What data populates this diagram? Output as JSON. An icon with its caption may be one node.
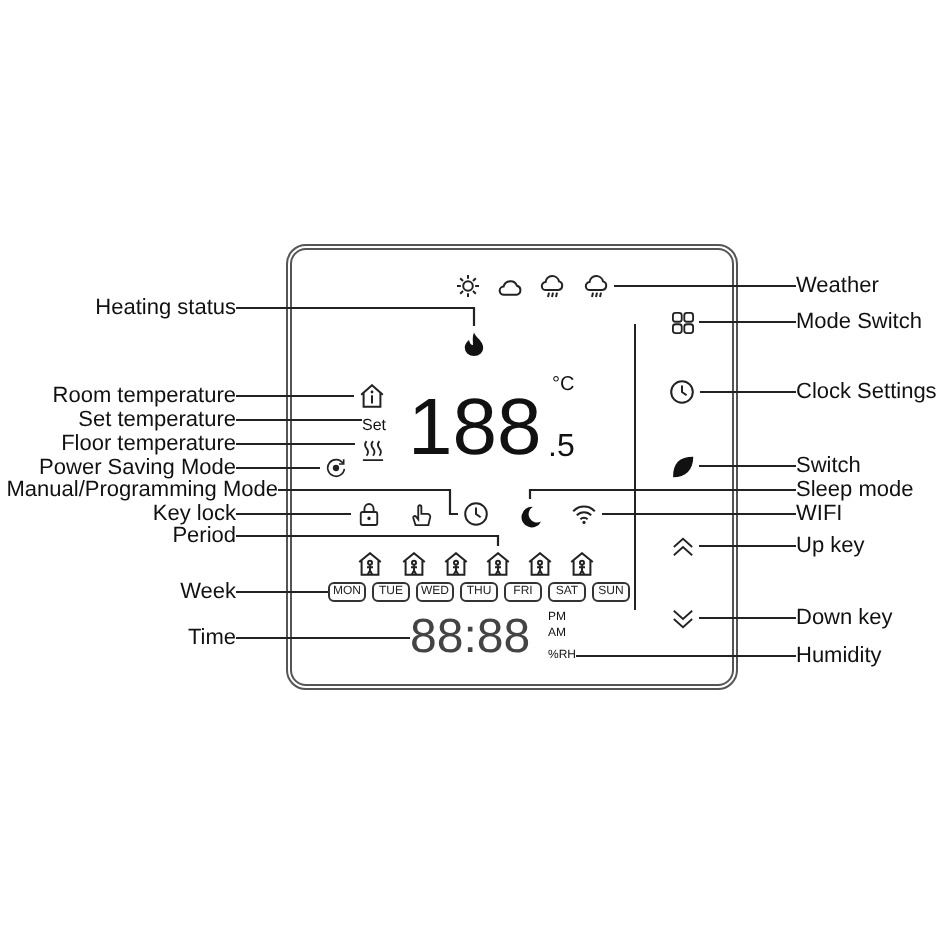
{
  "diagram": {
    "nodes": [
      {
        "text": [],
        "shape": "box"
      },
      {
        "text": [],
        "shape": "cloud",
        "in": 0
      },
      {
        "text": [
          "Weather"
        ]
      },
      {
        "text": [
          "Heating status"
        ]
      },
      {
        "text": [],
        "shape": "picture",
        "in": 0
      },
      {
        "text": [],
        "shape": "picture",
        "in": 0
      },
      {
        "text": [
          "Mode Switch"
        ]
      },
      {
        "text": [],
        "shape": "picture",
        "in": 0
      },
      {
        "text": [
          "Clock Settings"
        ]
      },
      {
        "text": [
          "Room temperature"
        ]
      },
      {
        "text": [],
        "shape": "picture",
        "in": 0
      },
      {
        "text": [
          "Set temperature"
        ]
      },
      {
        "text": [
          "Set"
        ],
        "in": 0
      },
      {
        "text": [
          "Floor temperature"
        ]
      },
      {
        "text": [],
        "shape": "picture",
        "in": 0
      },
      {
        "text": [
          "Power Saving Mode"
        ]
      },
      {
        "text": [],
        "shape": "picture",
        "in": 0
      },
      {
        "text": [],
        "shape": "picture",
        "in": 0
      },
      {
        "text": [
          "Switch"
        ]
      },
      {
        "text": [
          "Manual/Programming Mode"
        ]
      },
      {
        "text": [
          "Sleep mode"
        ]
      },
      {
        "text": [
          "Key lock"
        ]
      },
      {
        "text": [],
        "shape": "picture",
        "in": 0
      },
      {
        "text": [],
        "shape": "picture",
        "in": 0
      },
      {
        "text": [],
        "shape": "picture",
        "in": 0
      },
      {
        "text": [],
        "shape": "picture",
        "in": 0
      },
      {
        "text": [
          "WIFI"
        ]
      },
      {
        "text": [
          "Period"
        ]
      },
      {
        "text": [],
        "shape": "picture",
        "in": 0
      },
      {
        "text": [
          "Up key"
        ]
      },
      {
        "text": [],
        "shape": "picture",
        "in": 0
      },
      {
        "text": [
          "Week"
        ]
      },
      {
        "text": [
          "MON"
        ],
        "in": 0
      },
      {
        "text": [
          "TUE"
        ],
        "in": 0
      },
      {
        "text": [
          "WED"
        ],
        "in": 0
      },
      {
        "text": [
          "THU"
        ],
        "in": 0
      },
      {
        "text": [
          "FRI"
        ],
        "in": 0
      },
      {
        "text": [
          "SAT"
        ],
        "in": 0
      },
      {
        "text": [
          "SUN"
        ],
        "in": 0
      },
      {
        "text": [],
        "shape": "picture",
        "in": 0
      },
      {
        "text": [
          "Down key"
        ]
      },
      {
        "text": [
          "Time"
        ]
      },
      {
        "text": [
          "88:88"
        ],
        "in": 0
      },
      {
        "text": [
          "%RH"
        ],
        "in": 0
      },
      {
        "text": [
          "Humidity"
        ]
      }
    ],
    "edges": [
      {
        "from": 2,
        "to": 1,
        "arrow": "none"
      },
      {
        "from": 3,
        "to": 4,
        "arrow": "none"
      },
      {
        "from": 6,
        "to": 5,
        "arrow": "none"
      },
      {
        "from": 8,
        "to": 7,
        "arrow": "none"
      },
      {
        "from": 9,
        "to": 10,
        "arrow": "none"
      },
      {
        "from": 11,
        "to": 12,
        "arrow": "none"
      },
      {
        "from": 13,
        "to": 14,
        "arrow": "none"
      },
      {
        "from": 15,
        "to": 16,
        "arrow": "none"
      },
      {
        "from": 18,
        "to": 17,
        "arrow": "none"
      },
      {
        "from": 19,
        "to": 23,
        "arrow": "none"
      },
      {
        "from": 20,
        "to": 24,
        "arrow": "none"
      },
      {
        "from": 21,
        "to": 22,
        "arrow": "none"
      },
      {
        "from": 26,
        "to": 25,
        "arrow": "none"
      },
      {
        "from": 27,
        "to": 30,
        "arrow": "none"
      },
      {
        "from": 29,
        "to": 28,
        "arrow": "none"
      },
      {
        "from": 31,
        "to": 32,
        "arrow": "none"
      },
      {
        "from": 40,
        "to": 39,
        "arrow": "none"
      },
      {
        "from": 41,
        "to": 42,
        "arrow": "none"
      },
      {
        "from": 44,
        "to": 43,
        "arrow": "none"
      }
    ],
    "labels": [
      "188",
      "°C",
      ".5",
      "PM",
      "AM"
    ]
  }
}
